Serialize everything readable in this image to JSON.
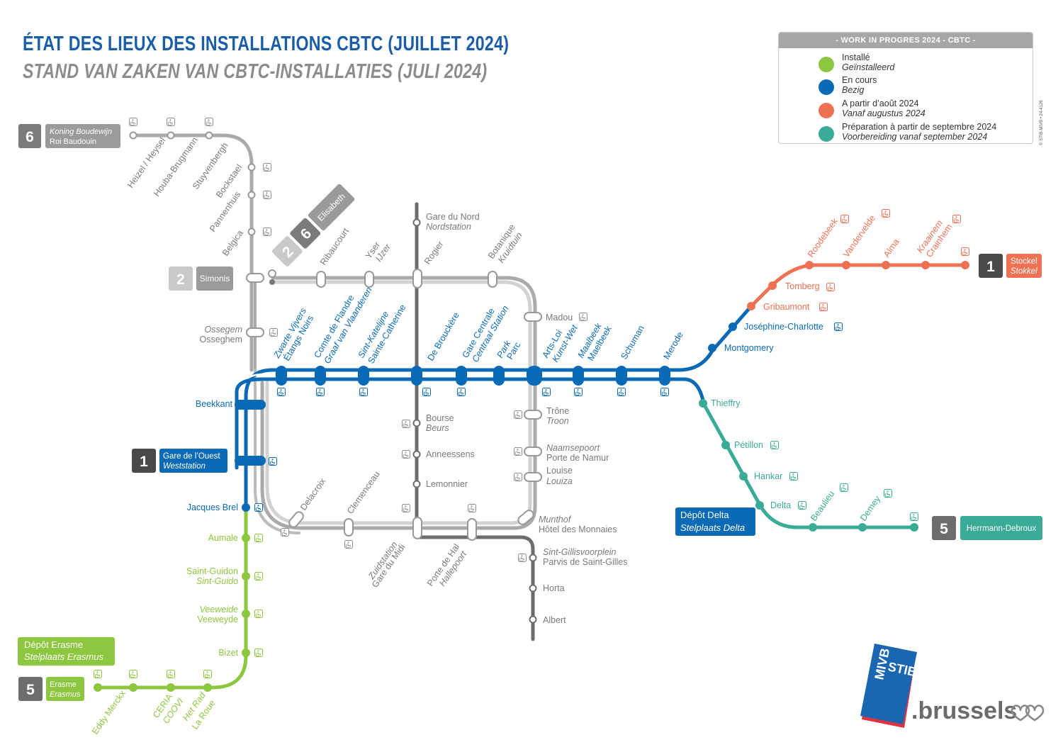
{
  "title": {
    "fr": "ÉTAT DES LIEUX DES INSTALLATIONS CBTC (JUILLET 2024)",
    "nl": "STAND VAN ZAKEN VAN CBTC-INSTALLATIES (JULI 2024)"
  },
  "legend": {
    "heading": "- WORK IN PROGRES 2024 - CBTC -",
    "items": [
      {
        "fr": "Installé",
        "nl": "Geïnstalleerd",
        "color": "#8dc63f"
      },
      {
        "fr": "En cours",
        "nl": "Bezig",
        "color": "#0a6ab6"
      },
      {
        "fr": "A partir d’août 2024",
        "nl": "Vanaf augustus 2024",
        "color": "#ef7154"
      },
      {
        "fr": "Préparation à partir de septembre 2024",
        "nl": "Voorbereiding vanaf september 2024",
        "color": "#3aab97"
      }
    ]
  },
  "credit": "© STIB-MIVB • 24-4126",
  "colors": {
    "installed": "#8dc63f",
    "in_progress": "#0a6ab6",
    "from_august": "#ef7154",
    "preparation": "#3aab97",
    "grey_light": "#c8c8c8",
    "grey_dark": "#6d6d6d"
  },
  "termini": {
    "line6_top": {
      "num": "6",
      "name1": "Koning Boudewijn",
      "name2": "Roi Baudouin"
    },
    "line2_simonis": {
      "num": "2",
      "name": "Simonis"
    },
    "line26_elisabeth": {
      "num_a": "2",
      "num_b": "6",
      "name": "Elisabeth"
    },
    "line1_west": {
      "num": "1",
      "name1": "Gare de l’Ouest",
      "name2": "Weststation"
    },
    "line5_west": {
      "num": "5",
      "name1": "Erasme",
      "name2": "Erasmus"
    },
    "line1_east": {
      "num": "1",
      "name1": "Stockel",
      "name2": "Stokkel"
    },
    "line5_east": {
      "num": "5",
      "name": "Herrmann-Debroux"
    }
  },
  "depots": {
    "erasme": {
      "fr": "Dépôt Erasme",
      "nl": "Stelplaats Erasmus"
    },
    "delta": {
      "fr": "Dépôt Delta",
      "nl": "Stelplaats Delta"
    }
  },
  "stations": {
    "heizel": "Heizel / Heysel",
    "houba": "Houba-Brugmann",
    "stuyvenbergh": "Stuyvenbergh",
    "bockstael": "Bockstael",
    "pannenhuis": "Pannenhuis",
    "belgica": "Belgica",
    "ribaucourt": "Ribaucourt",
    "yser_fr": "Yser",
    "yser_nl": "IJzer",
    "rogier": "Rogier",
    "botanique_fr": "Botanique",
    "botanique_nl": "Kruidtuin",
    "gare_nord_fr": "Gare du Nord",
    "gare_nord_nl": "Nordstation",
    "madou": "Madou",
    "ossegem_nl": "Ossegem",
    "osseghem_fr": "Osseghem",
    "zwarte_nl": "Zwarte Vijvers",
    "zwarte_fr": "Étangs Noirs",
    "comte_fr": "Comte de Flandre",
    "comte_nl": "Graaf van Vlaanderen",
    "sk_nl": "Sint-Katelijne",
    "sk_fr": "Sainte-Catherine",
    "debrouckere": "De Brouckère",
    "gc_fr": "Gare Centrale",
    "gc_nl": "Centraal Station",
    "park_nl": "Park",
    "parc_fr": "Parc",
    "artsloi_fr": "Arts-Loi",
    "artsloi_nl": "Kunst-Wet",
    "maalbeek_nl": "Maalbeek",
    "maelbeek_fr": "Maelbeek",
    "schuman": "Schuman",
    "merode": "Merode",
    "montgomery": "Montgomery",
    "josephine": "Joséphine-Charlotte",
    "gribaumont": "Gribaumont",
    "tomberg": "Tomberg",
    "roodebeek": "Roodebeek",
    "vandervelde": "Vandervelde",
    "alma": "Alma",
    "kraainem_nl": "Kraainem",
    "crainhem_fr": "Crainhem",
    "thieffry": "Thieffry",
    "petillon": "Pétillon",
    "hankar": "Hankar",
    "delta": "Delta",
    "beaulieu": "Beaulieu",
    "demey": "Demey",
    "beekkant": "Beekkant",
    "jacques_brel": "Jacques Brel",
    "aumale": "Aumale",
    "saint_guidon_fr": "Saint-Guidon",
    "sint_guido_nl": "Sint-Guido",
    "veeweide_nl": "Veeweide",
    "veeweyde_fr": "Veeweyde",
    "bizet": "Bizet",
    "eddy": "Eddy Merckx",
    "ceria_fr": "CERIA",
    "ceria_nl": "COOVI",
    "hetrad_nl": "Het Rad",
    "laroue_fr": "La Roue",
    "bourse_fr": "Bourse",
    "beurs_nl": "Beurs",
    "anneessens": "Anneessens",
    "lemonnier": "Lemonnier",
    "trone_fr": "Trône",
    "troon_nl": "Troon",
    "naamse_nl": "Naamsepoort",
    "namur_fr": "Porte de Namur",
    "louise_fr": "Louise",
    "louiza_nl": "Louiza",
    "munthof_nl": "Munthof",
    "monnaies_fr": "Hôtel des Monnaies",
    "delacroix": "Delacroix",
    "clemenceau": "Clemenceau",
    "zuid_nl": "Zuidstation",
    "midi_fr": "Gare du Midi",
    "hal_fr": "Porte de Hal",
    "halle_nl": "Hallepoort",
    "sintgillis_nl": "Sint-Gillisvoorplein",
    "stgilles_fr": "Parvis de Saint-Gilles",
    "horta": "Horta",
    "albert": "Albert"
  },
  "logo": {
    "mivb": "MIVB",
    "stib": "STIB",
    "brussels": ".brussels"
  }
}
